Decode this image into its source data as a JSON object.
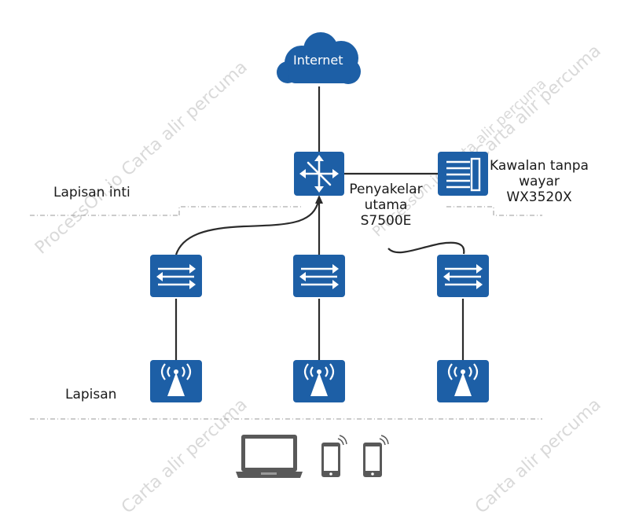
{
  "nodes": {
    "internet": "Internet",
    "core_switch_line1": "Penyakelar",
    "core_switch_line2": "utama",
    "core_switch_line3": "S7500E",
    "wireless_controller_line1": "Kawalan tanpa",
    "wireless_controller_line2": "wayar",
    "wireless_controller_line3": "WX3520X"
  },
  "layers": {
    "core": "Lapisan inti",
    "access": "Lapisan"
  },
  "watermark": {
    "text_1": "ProcessOn.io Carta alir percuma",
    "text_2": "Carta alir percuma",
    "text_3": "ProcessOn.io Carta alir percuma",
    "text_4": "Carta alir percuma",
    "text_5": "Carta alir percuma"
  },
  "colors": {
    "device_blue": "#1d5fa6",
    "line": "#2b2b2b",
    "dashed": "#9a9a9a",
    "endpoint": "#595959"
  }
}
